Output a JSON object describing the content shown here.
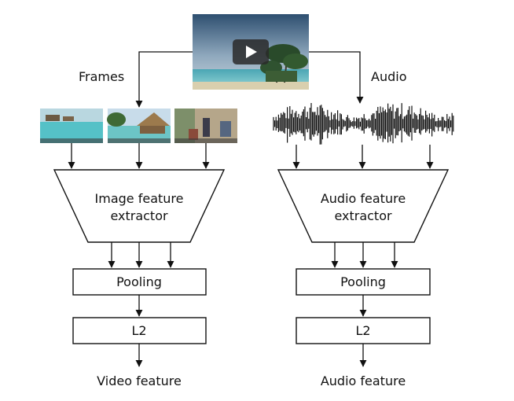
{
  "labels": {
    "frames": "Frames",
    "audio": "Audio",
    "image_extractor_line1": "Image feature",
    "image_extractor_line2": "extractor",
    "audio_extractor_line1": "Audio feature",
    "audio_extractor_line2": "extractor",
    "pooling_left": "Pooling",
    "pooling_right": "Pooling",
    "l2_left": "L2",
    "l2_right": "L2",
    "video_feature": "Video feature",
    "audio_feature": "Audio feature"
  },
  "icons": {
    "video_thumbnail": "video-play-thumbnail",
    "frames": [
      "beach-frame-icon",
      "beach-hut-frame-icon",
      "street-frame-icon"
    ],
    "waveform": "audio-waveform-icon"
  },
  "colors": {
    "stroke": "#111111",
    "sea": "#5fb8c4",
    "sky": "#b7cbd9"
  }
}
